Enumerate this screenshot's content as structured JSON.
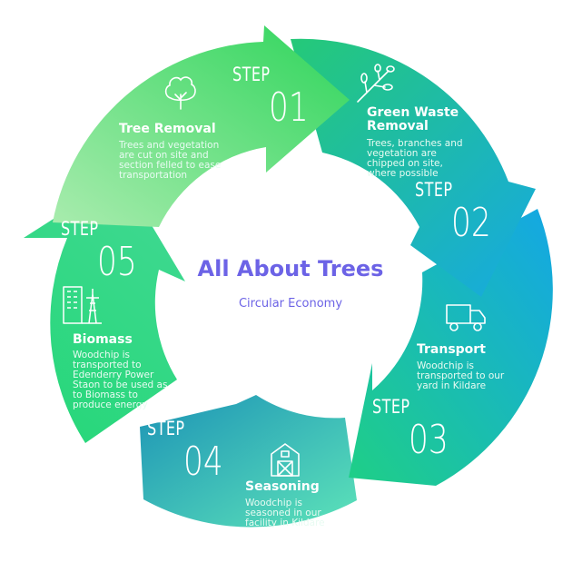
{
  "center": {
    "title": "All About Trees",
    "subtitle": "Circular Economy"
  },
  "step_word": "STEP",
  "colors": {
    "accent": "#6c63e6",
    "green": "#22d660",
    "teal": "#19b8c8",
    "blue": "#1aa0e6"
  },
  "steps": [
    {
      "number": "01",
      "title": "Tree Removal",
      "description": [
        "Trees and vegetation",
        "are cut on site and",
        "section felled to ease",
        "transportation"
      ],
      "icon": "tree-icon"
    },
    {
      "number": "02",
      "title": "Green Waste Removal",
      "title_lines": [
        "Green Waste",
        "Removal"
      ],
      "description": [
        "Trees, branches and",
        "vegetation are",
        "chipped on site,",
        "where possible"
      ],
      "icon": "branch-icon"
    },
    {
      "number": "03",
      "title": "Transport",
      "description": [
        "Woodchip is",
        "transported to our",
        "yard in Kildare"
      ],
      "icon": "truck-icon"
    },
    {
      "number": "04",
      "title": "Seasoning",
      "description": [
        "Woodchip is",
        "seasoned in our",
        "facility in Kildare"
      ],
      "icon": "barn-icon"
    },
    {
      "number": "05",
      "title": "Biomass",
      "description": [
        "Woodchip is",
        "transported to",
        "Edenderry Power",
        "Staon to be used as",
        "to Biomass to",
        "produce energy"
      ],
      "icon": "power-plant-icon"
    }
  ]
}
